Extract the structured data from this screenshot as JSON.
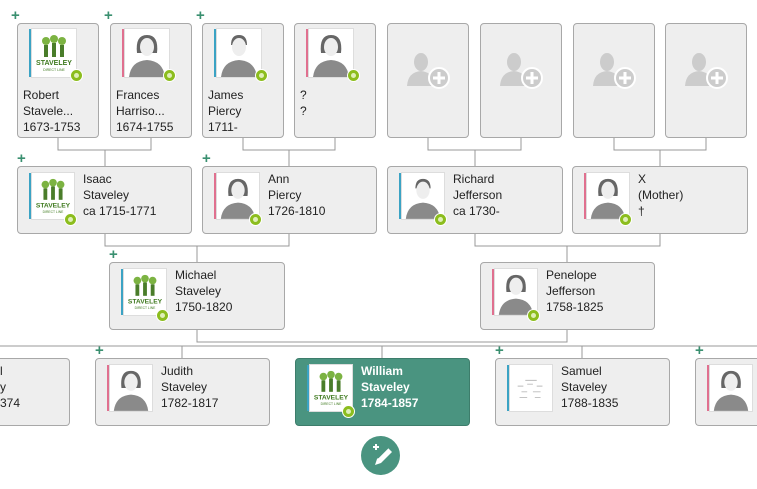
{
  "logo_text": [
    "STAVELEY",
    "DIRECT LINE"
  ],
  "colors": {
    "male": "#3ba3c4",
    "female": "#e0708f",
    "selected": "#4a9480",
    "badge": "#8cbd1e",
    "plus": "#3a9070"
  },
  "people": [
    {
      "id": "robert",
      "lines": [
        "Robert",
        "Stavele...",
        "1673-1753"
      ],
      "gender": "male",
      "photo": "logo",
      "badge": true,
      "plus": true
    },
    {
      "id": "frances",
      "lines": [
        "Frances",
        "Harriso...",
        "1674-1755"
      ],
      "gender": "female",
      "photo": "female",
      "badge": true,
      "plus": true
    },
    {
      "id": "james",
      "lines": [
        "James",
        "Piercy",
        "1711-"
      ],
      "gender": "male",
      "photo": "male",
      "badge": true,
      "plus": true
    },
    {
      "id": "unknown",
      "lines": [
        "?",
        "?",
        ""
      ],
      "gender": "female",
      "photo": "female",
      "badge": true,
      "plus": false
    },
    {
      "id": "empty1",
      "empty": true,
      "icon": "add-person-icon"
    },
    {
      "id": "empty2",
      "empty": true,
      "icon": "add-person-icon"
    },
    {
      "id": "empty3",
      "empty": true,
      "icon": "add-person-icon"
    },
    {
      "id": "empty4",
      "empty": true,
      "icon": "add-person-icon"
    },
    {
      "id": "isaac",
      "lines": [
        "Isaac",
        "Staveley",
        "ca 1715-1771"
      ],
      "gender": "male",
      "photo": "logo",
      "badge": true,
      "plus": true
    },
    {
      "id": "ann",
      "lines": [
        "Ann",
        "Piercy",
        "1726-1810"
      ],
      "gender": "female",
      "photo": "female",
      "badge": true,
      "plus": true
    },
    {
      "id": "richard",
      "lines": [
        "Richard",
        "Jefferson",
        "ca 1730-"
      ],
      "gender": "male",
      "photo": "male",
      "badge": true,
      "plus": false
    },
    {
      "id": "x-mother",
      "lines": [
        "X",
        "(Mother)",
        "†"
      ],
      "gender": "female",
      "photo": "female",
      "badge": true,
      "plus": false
    },
    {
      "id": "michael",
      "lines": [
        "Michael",
        "Staveley",
        "1750-1820"
      ],
      "gender": "male",
      "photo": "logo",
      "badge": true,
      "plus": true
    },
    {
      "id": "penelope",
      "lines": [
        "Penelope",
        "Jefferson",
        "1758-1825"
      ],
      "gender": "female",
      "photo": "female",
      "badge": true,
      "plus": false
    },
    {
      "id": "partial-left",
      "lines": [
        "l",
        "y",
        "374"
      ],
      "gender": "male",
      "photo": "none",
      "badge": false,
      "plus": false
    },
    {
      "id": "judith",
      "lines": [
        "Judith",
        "Staveley",
        "1782-1817"
      ],
      "gender": "female",
      "photo": "female",
      "badge": false,
      "plus": true
    },
    {
      "id": "william",
      "lines": [
        "William",
        "Staveley",
        "1784-1857"
      ],
      "gender": "male",
      "photo": "logo",
      "badge": true,
      "plus": false,
      "selected": true
    },
    {
      "id": "samuel",
      "lines": [
        "Samuel",
        "Staveley",
        "1788-1835"
      ],
      "gender": "male",
      "photo": "doc",
      "badge": false,
      "plus": true
    },
    {
      "id": "partial-right",
      "lines": [
        "",
        "",
        ""
      ],
      "gender": "female",
      "photo": "female",
      "badge": false,
      "plus": true
    }
  ],
  "edit_button": {
    "icon": "add-edit-pencil-icon"
  }
}
